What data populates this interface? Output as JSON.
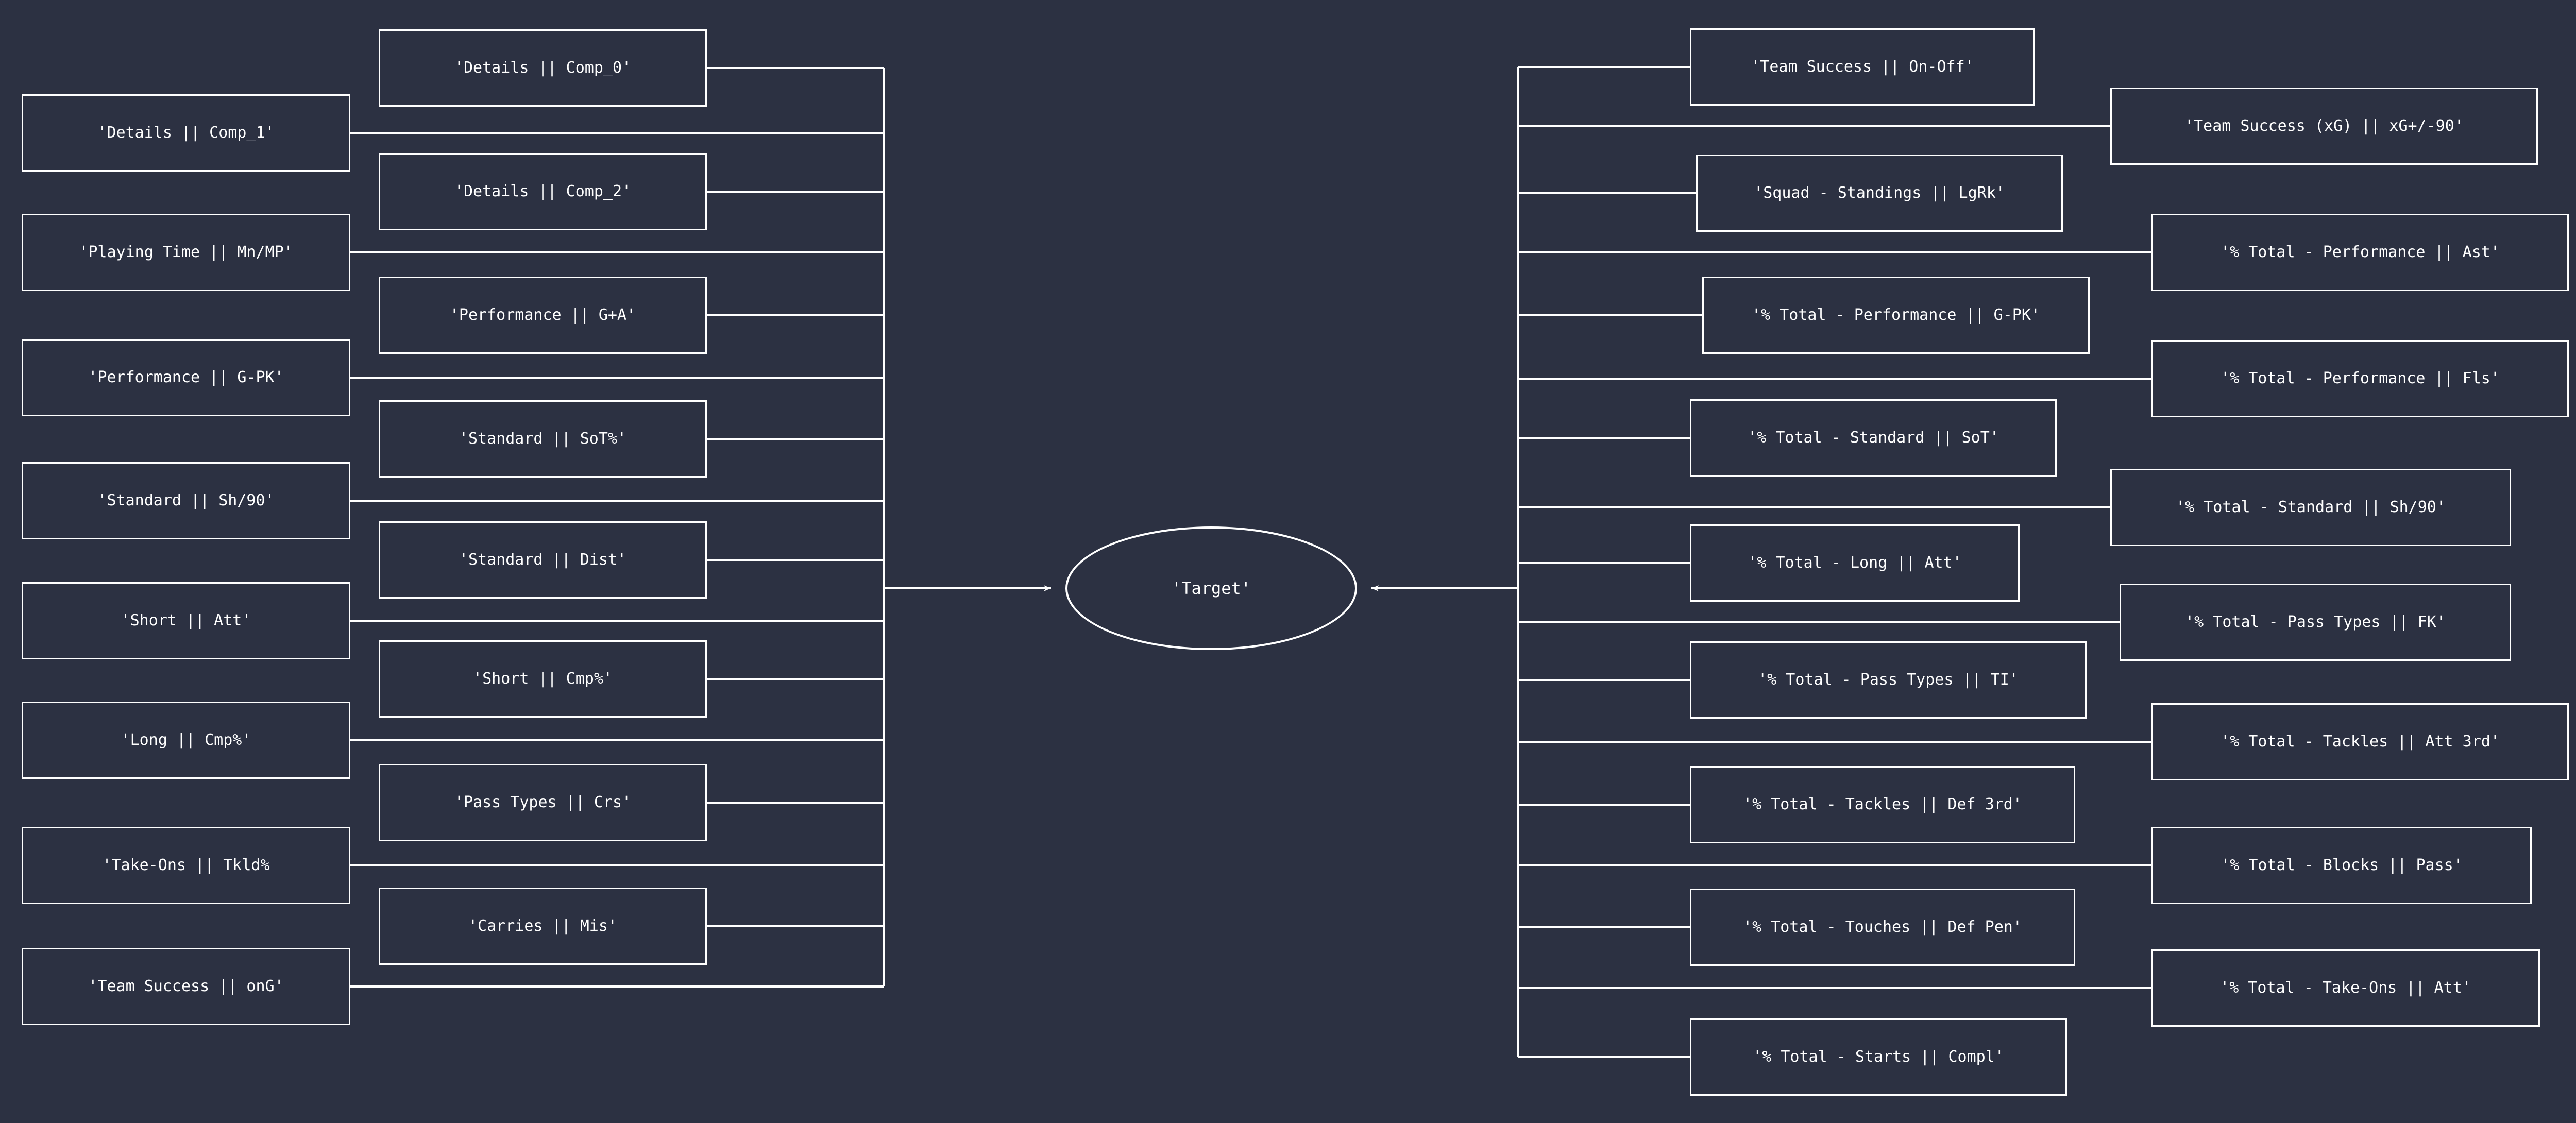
{
  "diagram": {
    "type": "feature-dependency-graph",
    "background_color": "#2c3142",
    "stroke_color": "#ffffff",
    "center": {
      "label": "'Target'"
    },
    "left_outer_column": [
      {
        "label": "'Details || Comp_1'"
      },
      {
        "label": "'Playing Time || Mn/MP'"
      },
      {
        "label": "'Performance || G-PK'"
      },
      {
        "label": "'Standard || Sh/90'"
      },
      {
        "label": "'Short || Att'"
      },
      {
        "label": "'Long || Cmp%'"
      },
      {
        "label": "'Take-Ons || Tkld%"
      },
      {
        "label": "'Team Success || onG'"
      }
    ],
    "left_inner_column": [
      {
        "label": "'Details || Comp_0'"
      },
      {
        "label": "'Details || Comp_2'"
      },
      {
        "label": "'Performance || G+A'"
      },
      {
        "label": "'Standard || SoT%'"
      },
      {
        "label": "'Standard || Dist'"
      },
      {
        "label": "'Short || Cmp%'"
      },
      {
        "label": "'Pass Types || Crs'"
      },
      {
        "label": "'Carries || Mis'"
      }
    ],
    "right_inner_column": [
      {
        "label": "'Team Success || On-Off'"
      },
      {
        "label": "'Squad - Standings || LgRk'"
      },
      {
        "label": "'% Total - Performance || G-PK'"
      },
      {
        "label": "'% Total - Standard || SoT'"
      },
      {
        "label": "'% Total - Long || Att'"
      },
      {
        "label": "'% Total - Pass Types || TI'"
      },
      {
        "label": "'% Total - Tackles || Def 3rd'"
      },
      {
        "label": "'% Total - Touches || Def Pen'"
      },
      {
        "label": "'% Total - Starts || Compl'"
      }
    ],
    "right_outer_column": [
      {
        "label": "'Team Success (xG) || xG+/-90'"
      },
      {
        "label": "'% Total - Performance || Ast'"
      },
      {
        "label": "'% Total - Performance || Fls'"
      },
      {
        "label": "'% Total - Standard || Sh/90'"
      },
      {
        "label": "'% Total - Pass Types || FK'"
      },
      {
        "label": "'% Total - Tackles || Att 3rd'"
      },
      {
        "label": "'% Total - Blocks || Pass'"
      },
      {
        "label": "'% Total - Take-Ons || Att'"
      }
    ]
  }
}
